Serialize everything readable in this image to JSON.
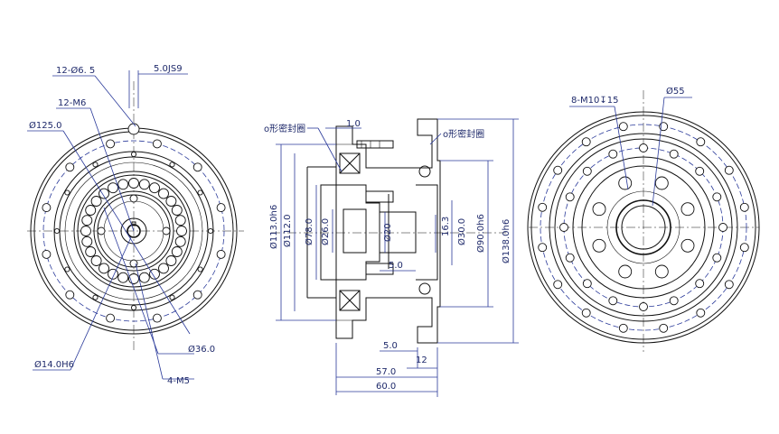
{
  "left_view": {
    "callouts": {
      "holes_12_phi6_5": "12-Ø6. 5",
      "keyway": "5.0JS9",
      "tapped_12_m6": "12-M6",
      "outer_dia": "Ø125.0",
      "bore": "Ø14.0H6",
      "pcd": "Ø36.0",
      "tapped_4_m5": "4-M5"
    }
  },
  "section_view": {
    "seal_left": "o形密封圈",
    "seal_right": "o形密封圈",
    "dims": {
      "seal_gap": "1.0",
      "d113": "Ø113.0h6",
      "d112": "Ø112.0",
      "d78": "Ø78.0",
      "d26": "Ø26.0",
      "d20": "Ø20",
      "d16": "16.3",
      "d30": "Ø30.0",
      "d90": "Ø90.0h6",
      "d138": "Ø138.0h6",
      "l5_inner": "5.0",
      "l5_outer": "5.0",
      "l12": "12",
      "l57": "57.0",
      "l60": "60.0"
    }
  },
  "right_view": {
    "callouts": {
      "tapped_8_m10": "8-M10↧15",
      "bore": "Ø55"
    }
  }
}
